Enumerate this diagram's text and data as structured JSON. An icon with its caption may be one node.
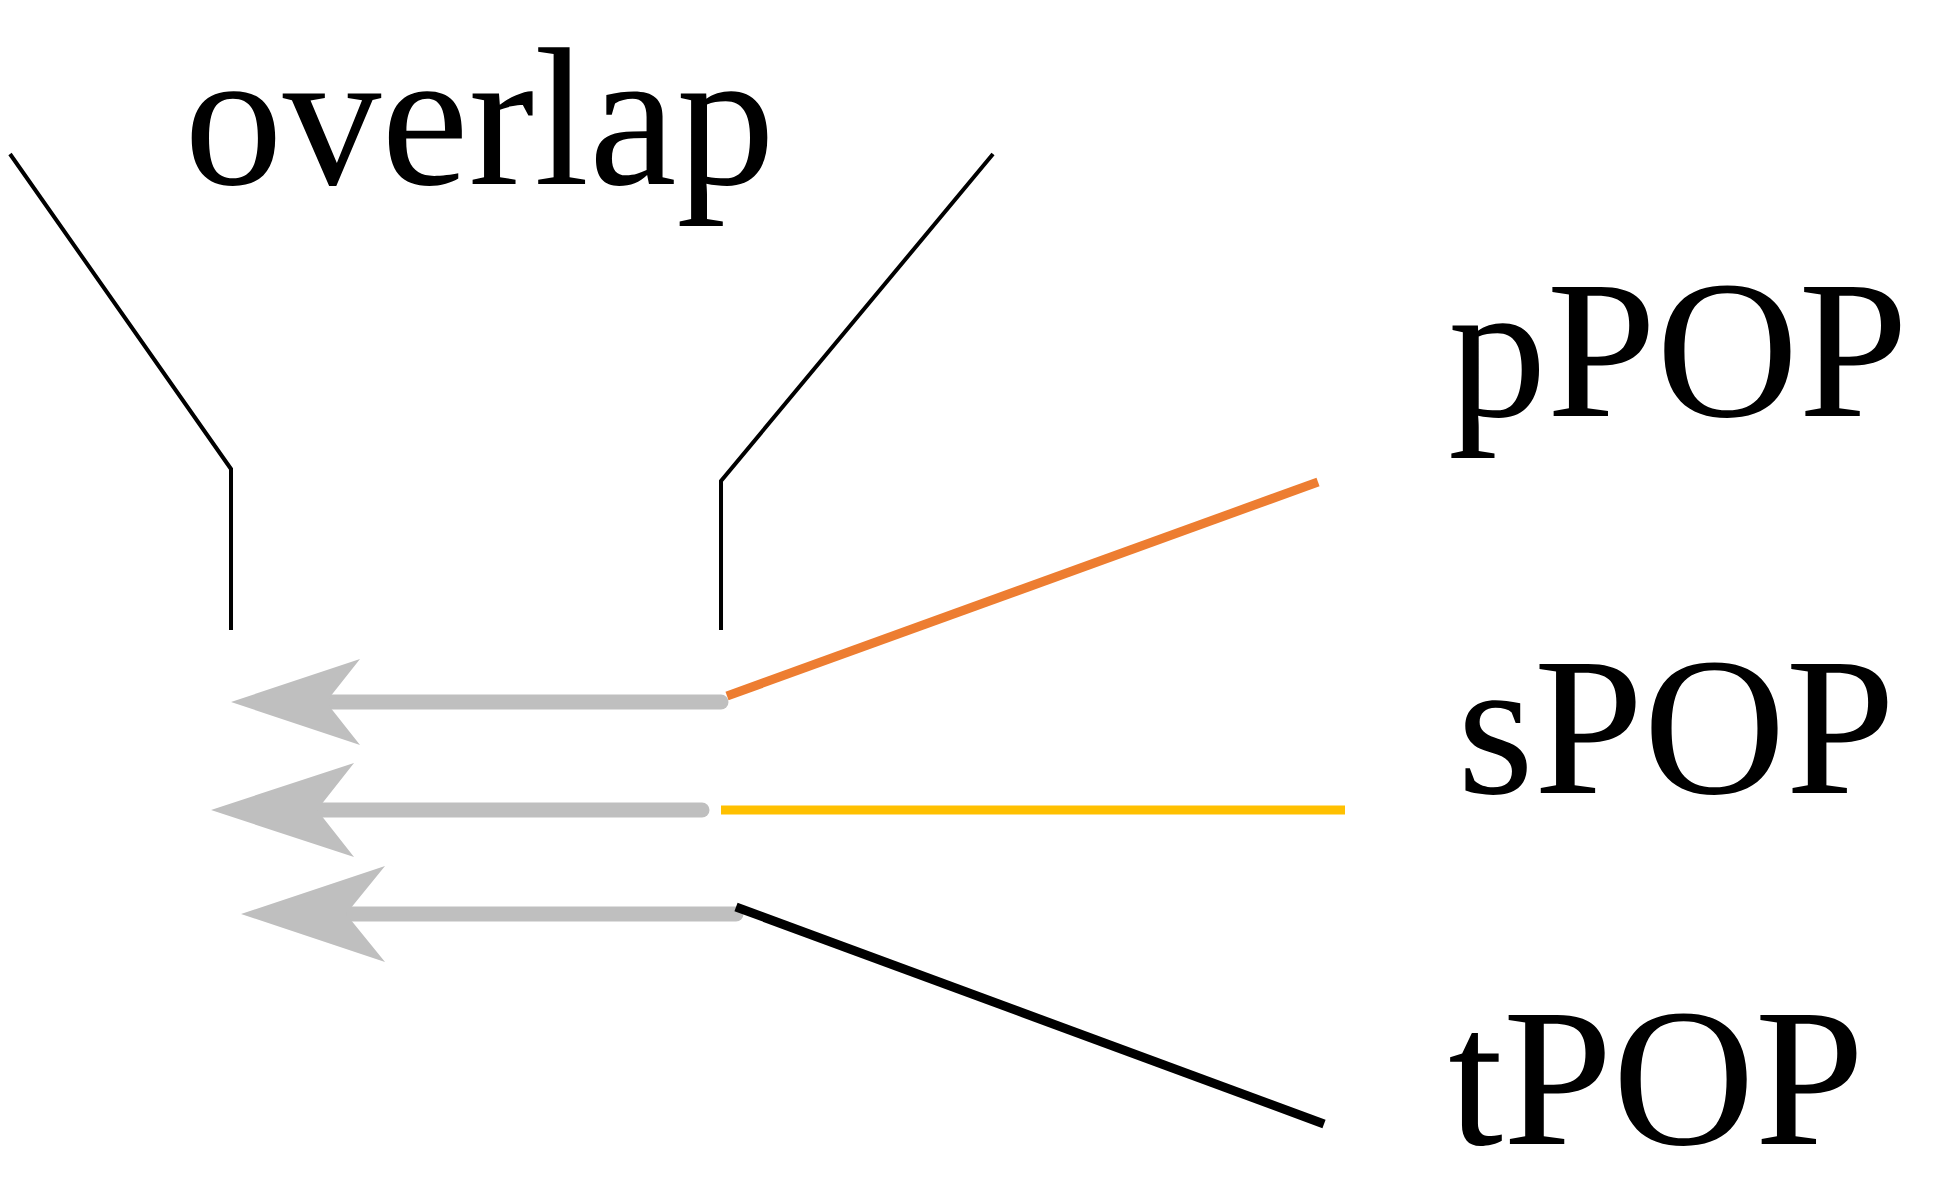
{
  "diagram": {
    "nodes": [
      {
        "text": [
          "pPOP"
        ]
      },
      {
        "text": [
          "sPOP"
        ]
      },
      {
        "text": [
          "tPOP"
        ]
      }
    ],
    "edges": [
      {
        "from": 0,
        "to": null,
        "arrow": "none",
        "color": "#ed7d31"
      },
      {
        "from": 1,
        "to": null,
        "arrow": "none",
        "color": "#ffc000"
      },
      {
        "from": 2,
        "to": null,
        "arrow": "none",
        "color": "#000000"
      }
    ],
    "labels": [
      "overlap"
    ]
  }
}
